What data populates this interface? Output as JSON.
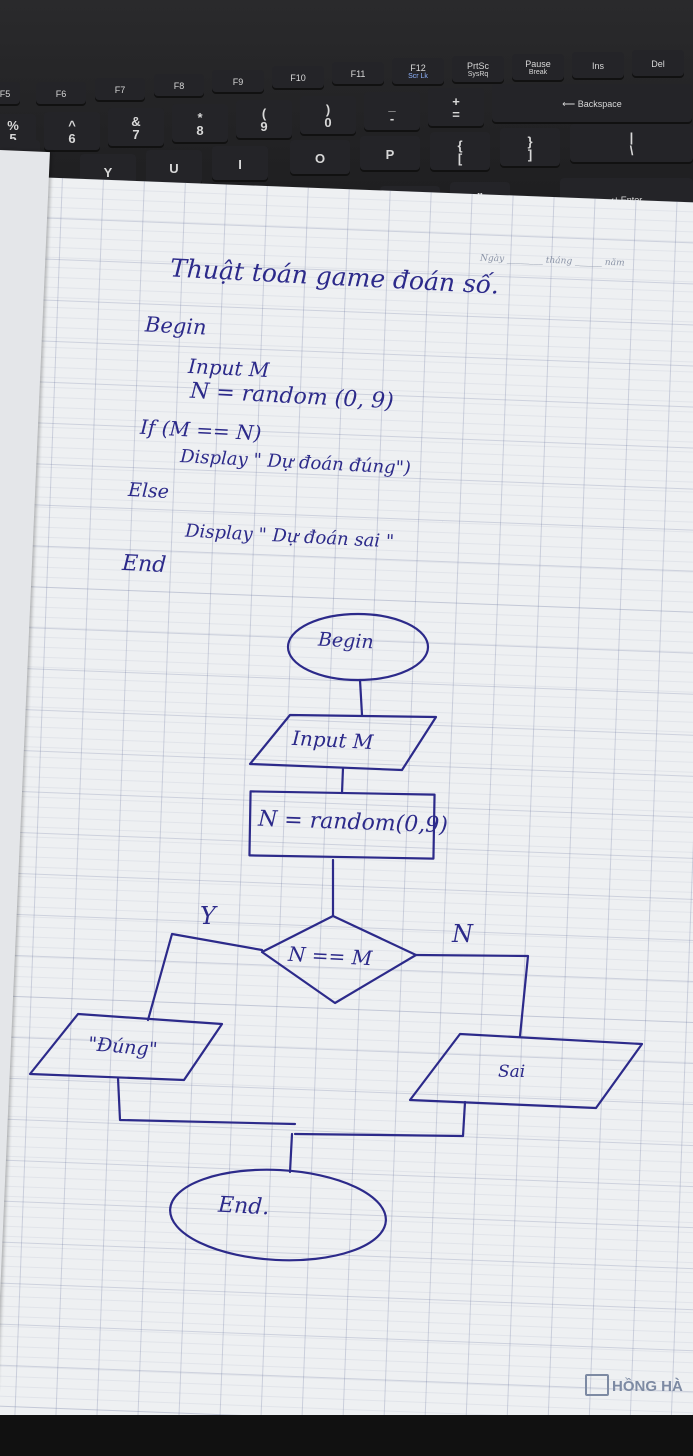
{
  "keyboard": {
    "fn_keys": [
      "F5",
      "F6",
      "F7",
      "F8",
      "F9",
      "F10",
      "F11",
      "F12",
      "PrtSc",
      "Pause",
      "Ins",
      "Del"
    ],
    "fn_sub": [
      "",
      "",
      "",
      "",
      "",
      "",
      "",
      "Scr Lk",
      "SysRq",
      "Break",
      "",
      ""
    ],
    "num_keys": [
      "%",
      "^",
      "&",
      "*",
      "(",
      ")",
      "_",
      "+"
    ],
    "num_low": [
      "5",
      "6",
      "7",
      "8",
      "9",
      "0",
      "-",
      "="
    ],
    "backspace": "Backspace",
    "letter_keys": [
      "Y",
      "U",
      "I",
      "O",
      "P",
      "{",
      "}",
      "|"
    ],
    "letter_low": [
      "",
      "",
      "",
      "",
      "",
      "[",
      "]",
      "\\"
    ],
    "enter": "Enter",
    "quote_key": "\"",
    "colon_key": ":",
    "euro_key": "€"
  },
  "notebook": {
    "date_fields": [
      "Ngày",
      "tháng",
      "năm"
    ],
    "brand": "HỒNG HÀ",
    "title": "Thuật toán game đoán số.",
    "pseudocode": {
      "begin": "Begin",
      "input": "Input M",
      "random": "N = random (0, 9)",
      "if": "If (M == N)",
      "display_true": "Display \" Dự đoán đúng\")",
      "else": "Else",
      "display_false": "Display \" Dự đoán sai \"",
      "end": "End"
    },
    "flowchart": {
      "start": "Begin",
      "input": "Input M",
      "process": "N = random(0,9)",
      "decision": "N == M",
      "yes_label": "Y",
      "no_label": "N",
      "yes_output": "\"Đúng\"",
      "no_output": "Sai",
      "end": "End."
    }
  },
  "colors": {
    "ink": "#2c2a8a",
    "paper": "#eef0f2",
    "grid": "#8a96b8"
  }
}
